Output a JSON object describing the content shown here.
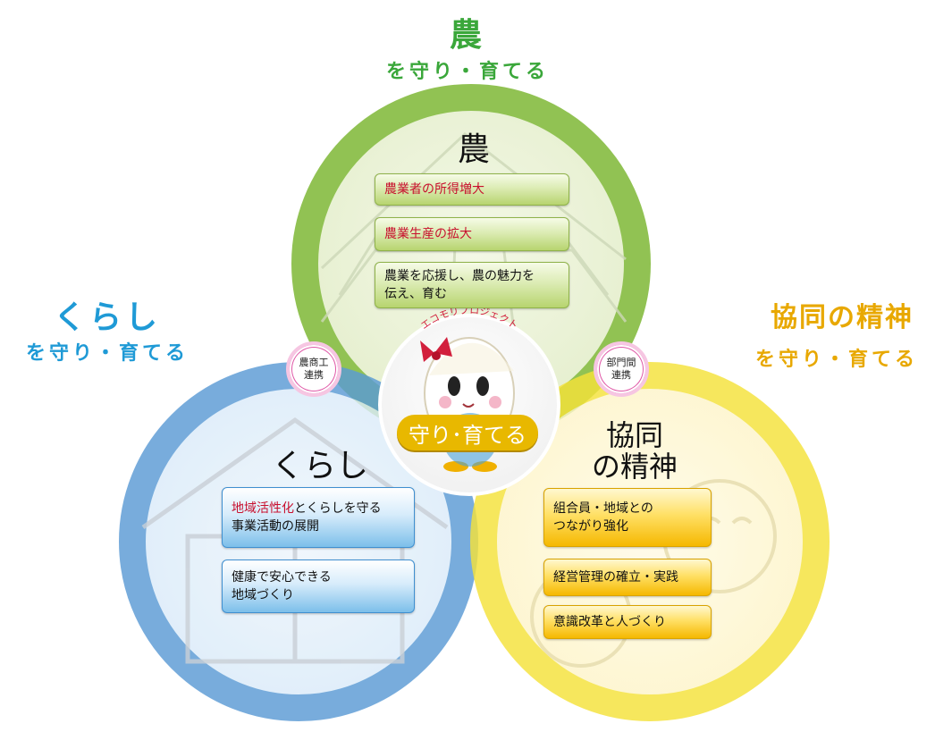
{
  "headings": {
    "agri": {
      "big": "農",
      "sub": "を守り・育てる",
      "color": "#3aa73a"
    },
    "life": {
      "big": "くらし",
      "sub": "を守り・育てる",
      "color": "#1f9ad6"
    },
    "coop": {
      "big": "協同の精神",
      "sub": "を守り・育てる",
      "color": "#e8a800"
    }
  },
  "circles": {
    "agri": {
      "title": "農",
      "ring_color": "#8cbf4a",
      "items": [
        {
          "highlight": "農業者の所得増大",
          "text": ""
        },
        {
          "highlight": "農業生産の拡大",
          "text": ""
        },
        {
          "highlight": "",
          "text": "農業を応援し、農の魅力を\n伝え、育む"
        }
      ]
    },
    "life": {
      "title": "くらし",
      "ring_color": "#5b9bd5",
      "items": [
        {
          "highlight": "地域活性化",
          "text": "とくらしを守る\n事業活動の展開"
        },
        {
          "highlight": "",
          "text": "健康で安心できる\n地域づくり"
        }
      ]
    },
    "coop": {
      "title": "協同\nの精神",
      "ring_color": "#f5e23a",
      "items": [
        {
          "highlight": "",
          "text": "組合員・地域との\nつながり強化"
        },
        {
          "highlight": "",
          "text": "経営管理の確立・実践"
        },
        {
          "highlight": "",
          "text": "意識改革と人づくり"
        }
      ]
    }
  },
  "connectors": {
    "left": {
      "line1": "農商工",
      "line2": "連携"
    },
    "right": {
      "line1": "部門間",
      "line2": "連携"
    }
  },
  "center": {
    "arc_text": "エコモリプロジェクト",
    "banner": "守り･育てる",
    "banner_color": "#e8b800"
  },
  "accent": {
    "red": "#c8102e",
    "pink": "#e05aa8"
  }
}
